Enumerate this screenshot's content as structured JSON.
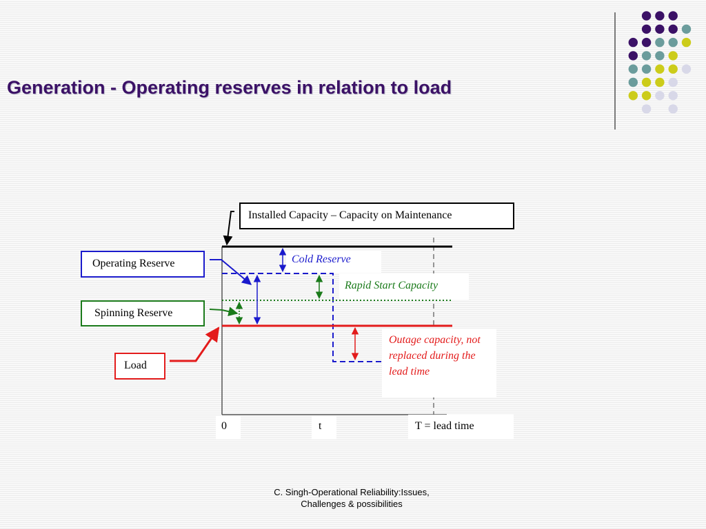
{
  "title": "Generation - Operating reserves in relation to load",
  "diagram": {
    "installed_label": "Installed Capacity – Capacity on Maintenance",
    "operating_reserve_label": "Operating Reserve",
    "spinning_reserve_label": "Spinning Reserve",
    "load_label": "Load",
    "cold_reserve_label": "Cold Reserve",
    "rapid_start_label": "Rapid Start Capacity",
    "outage_label": "Outage capacity, not replaced during the lead time",
    "x_ticks": [
      "0",
      "t",
      "T = lead time"
    ]
  },
  "footer": {
    "line1": "C. Singh-Operational Reliability:Issues,",
    "line2": "Challenges & possibilities"
  },
  "colors": {
    "title": "#3b1166",
    "installed": "#000000",
    "operating_reserve": "#1a1acc",
    "spinning_reserve": "#1a7a1a",
    "load": "#e31b1b",
    "dot_purple": "#3b1166",
    "dot_teal": "#6b9c9c",
    "dot_yellow": "#cccc1a",
    "dot_lavender": "#d8d8e8"
  }
}
